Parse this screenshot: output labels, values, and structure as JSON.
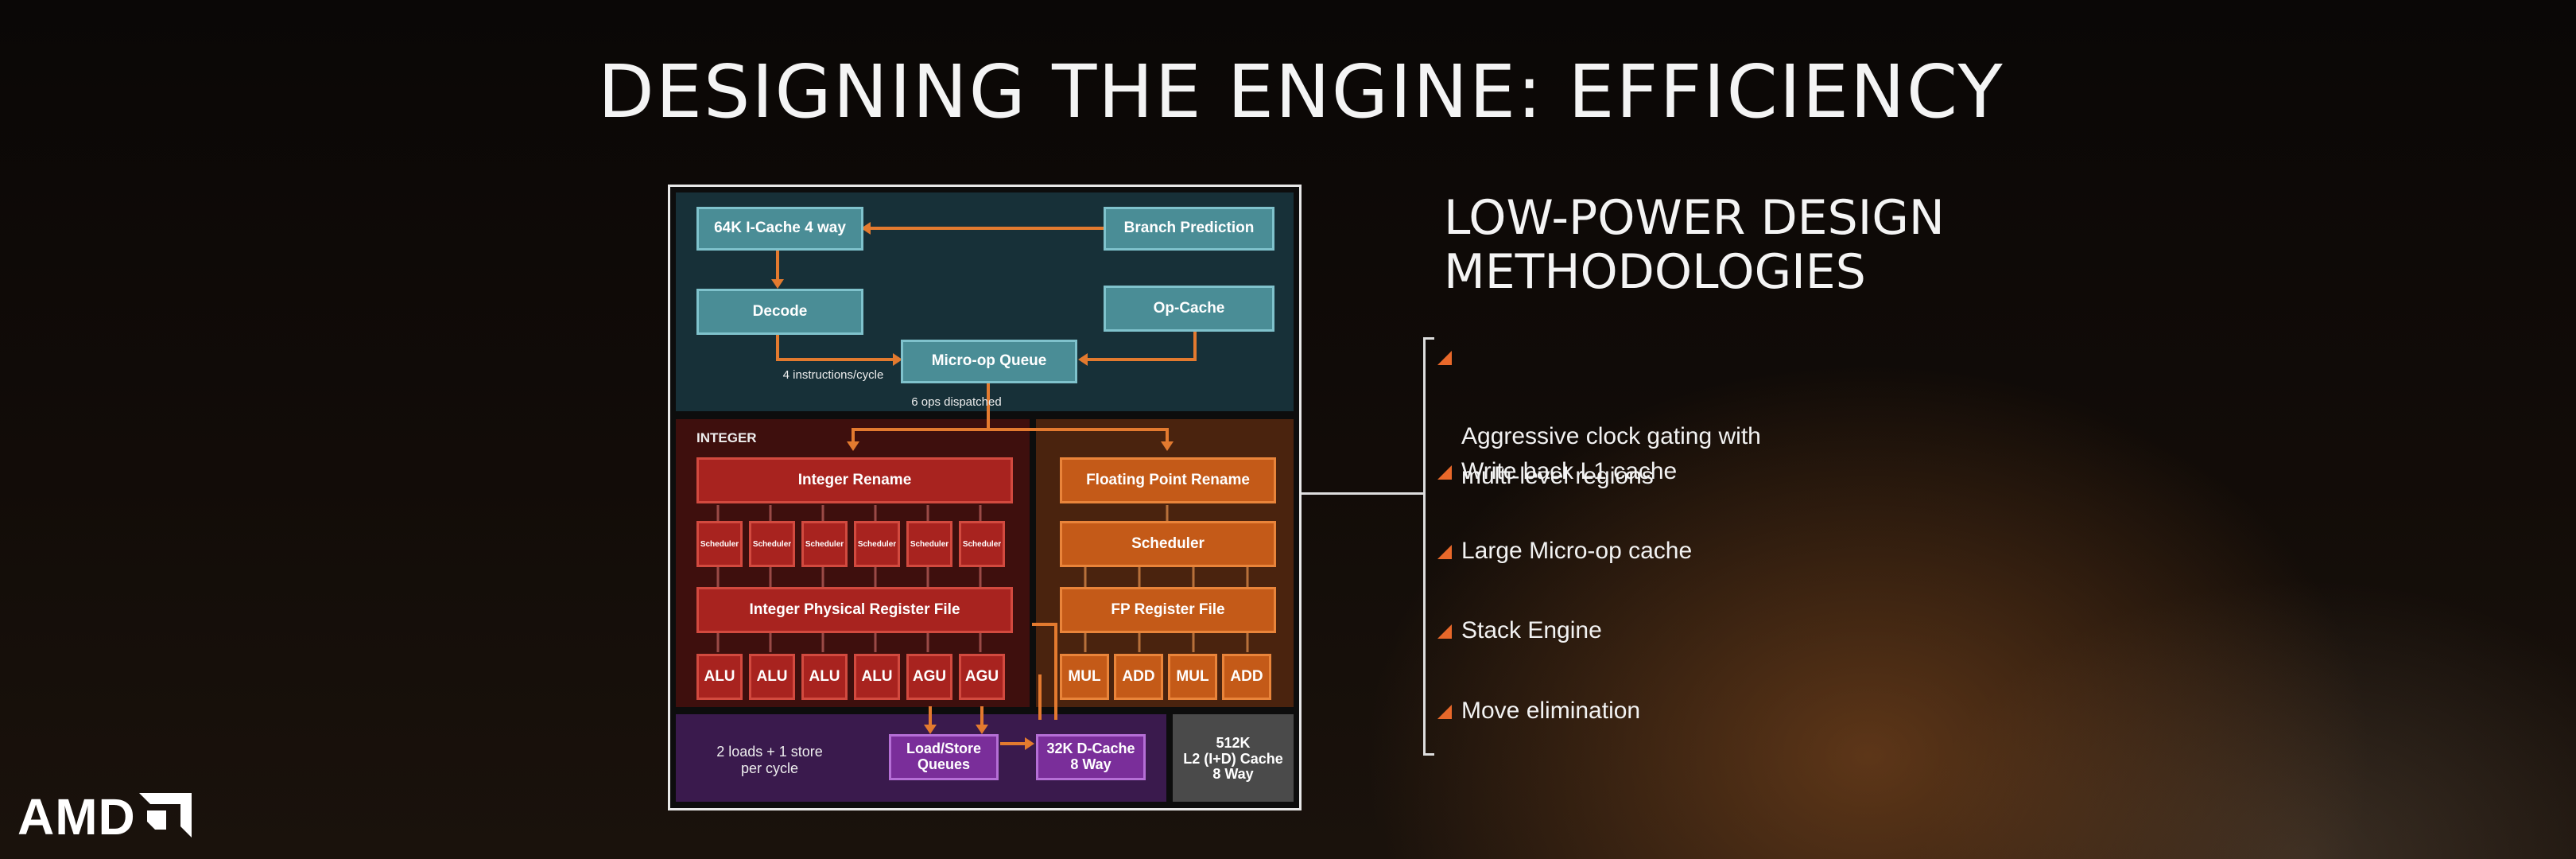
{
  "title": "DESIGNING THE ENGINE: EFFICIENCY",
  "diagram": {
    "icache": "64K I-Cache 4 way",
    "branch": "Branch Prediction",
    "decode": "Decode",
    "opcache": "Op-Cache",
    "uop_queue": "Micro-op Queue",
    "instr_cycle": "4 instructions/cycle",
    "ops_dispatched": "6 ops dispatched",
    "integer_label": "INTEGER",
    "int_rename": "Integer Rename",
    "fp_rename": "Floating Point Rename",
    "schedulers": [
      "Scheduler",
      "Scheduler",
      "Scheduler",
      "Scheduler",
      "Scheduler",
      "Scheduler"
    ],
    "fp_scheduler": "Scheduler",
    "int_prf": "Integer Physical Register File",
    "fp_rf": "FP Register File",
    "int_units": [
      "ALU",
      "ALU",
      "ALU",
      "ALU",
      "AGU",
      "AGU"
    ],
    "fp_units": [
      "MUL",
      "ADD",
      "MUL",
      "ADD"
    ],
    "loads_stores": "2 loads + 1 store\nper cycle",
    "lsq": "Load/Store\nQueues",
    "dcache": "32K D-Cache\n8 Way",
    "l2": "512K\nL2 (I+D) Cache\n8 Way"
  },
  "heading": "LOW-POWER DESIGN\nMETHODOLOGIES",
  "bullets": [
    "Aggressive clock gating with\nmulti-level regions",
    "Write back L1 cache",
    "Large Micro-op cache",
    "Stack Engine",
    "Move elimination"
  ],
  "logo": "AMD",
  "colors": {
    "accent": "#e8682a",
    "teal": "#4a8d96",
    "integer": "#a8231f",
    "fp": "#c45a18",
    "memory": "#7a2e9a"
  }
}
